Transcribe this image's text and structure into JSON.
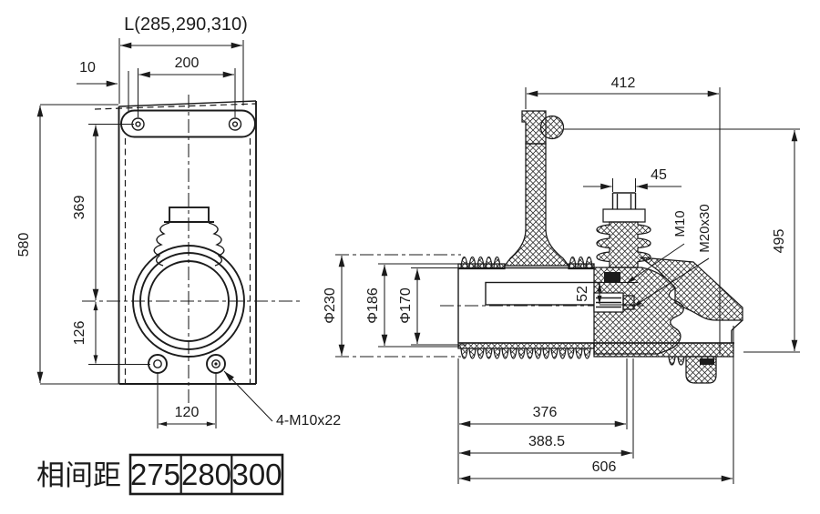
{
  "drawing": {
    "front_view": {
      "width_label": "L(285,290,310)",
      "dim_offset": "10",
      "dim_hole_spacing": "200",
      "dim_height": "580",
      "dim_upper": "369",
      "dim_lower": "126",
      "dim_bolt_spacing": "120",
      "bolt_callout": "4-M10x22"
    },
    "section_view": {
      "dim_overall_width": "412",
      "dim_terminal_width": "45",
      "dim_height": "495",
      "dim_rod": "52",
      "thread_small": "M10",
      "thread_large": "M20x30",
      "dia_outer": "Φ230",
      "dia_mid": "Φ186",
      "dia_inner": "Φ170",
      "dim_len_a": "376",
      "dim_len_b": "388.5",
      "dim_len_c": "606"
    },
    "phase_table": {
      "label": "相间距",
      "values": [
        "275",
        "280",
        "300"
      ]
    },
    "colors": {
      "line": "#1b1b1b",
      "background": "#ffffff"
    }
  }
}
